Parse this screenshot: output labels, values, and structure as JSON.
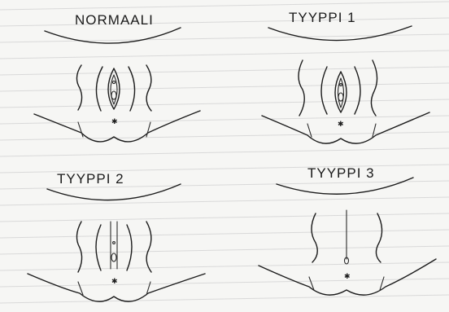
{
  "panels": [
    {
      "label": "NORMAALI"
    },
    {
      "label": "TYYPPI 1"
    },
    {
      "label": "TYYPPI 2"
    },
    {
      "label": "TYYPPI 3"
    }
  ]
}
